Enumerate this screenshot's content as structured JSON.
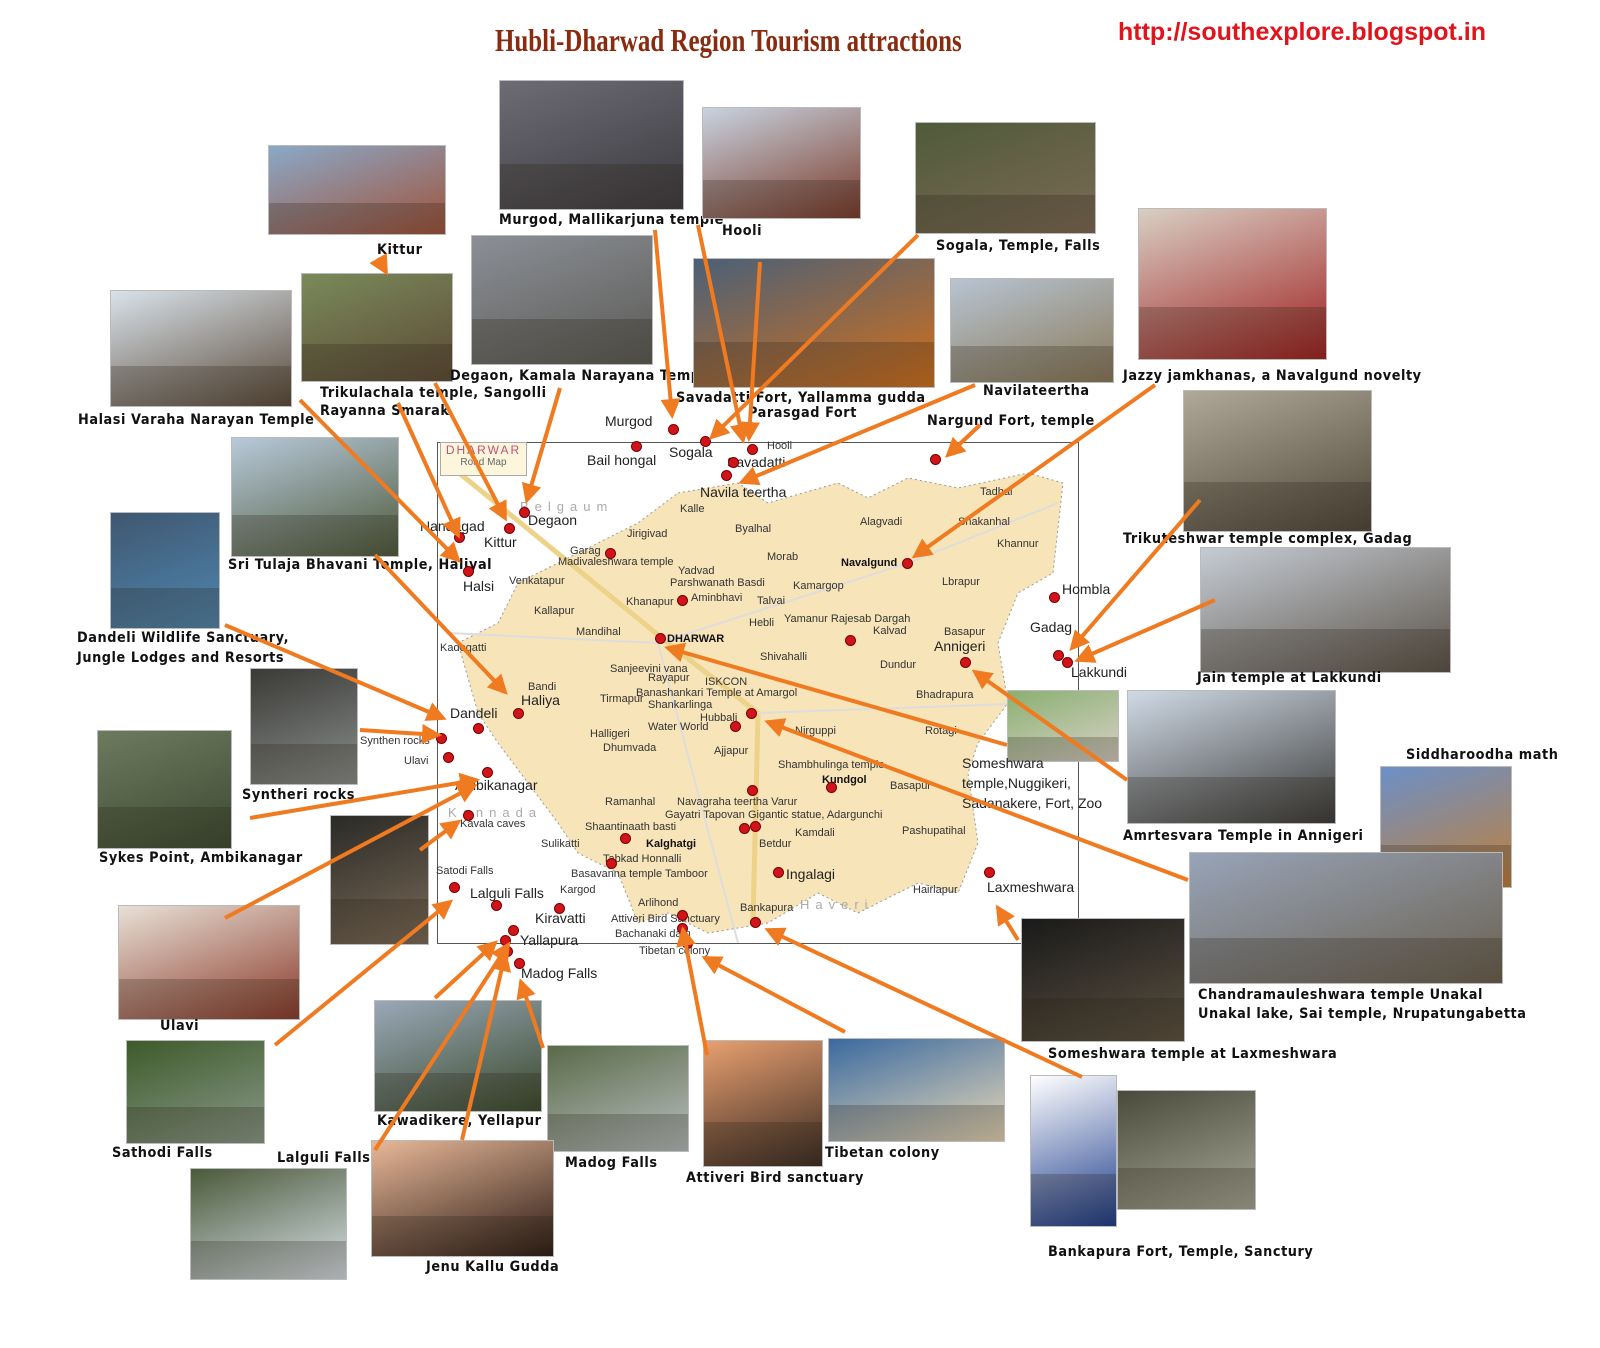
{
  "header": {
    "title": "Hubli-Dharwad Region Tourism attractions",
    "url": "http://southexplore.blogspot.in"
  },
  "colors": {
    "arrow": "#f07a20",
    "map_fill": "#f7e4b8",
    "marker": "#d0141a",
    "title": "#8a2a0e",
    "url": "#e0141a"
  },
  "photos": [
    {
      "caption": "Kittur"
    },
    {
      "caption": "Murgod, Mallikarjuna temple"
    },
    {
      "caption": "Hooli"
    },
    {
      "caption": "Sogala, Temple, Falls"
    },
    {
      "caption": "Halasi Varaha Narayan Temple"
    },
    {
      "caption": "Trikulachala temple, Sangolli",
      "caption2": "Rayanna Smarak"
    },
    {
      "caption": "Degaon, Kamala Narayana Temple"
    },
    {
      "caption": "Savadatti Fort, Yallamma gudda",
      "caption2": "Parasgad Fort"
    },
    {
      "caption": "Navilateertha"
    },
    {
      "caption": "Jazzy jamkhanas, a Navalgund novelty"
    },
    {
      "caption": "Nargund Fort, temple"
    },
    {
      "caption": "Sri Tulaja Bhavani Temple, Haliyal"
    },
    {
      "caption": "Trikuteshwar temple complex, Gadag"
    },
    {
      "caption": "Dandeli Wildlife Sanctuary,",
      "caption2": "Jungle Lodges and Resorts"
    },
    {
      "caption": "Jain temple at Lakkundi"
    },
    {
      "caption": "Syntheri rocks"
    },
    {
      "caption": "Sykes Point, Ambikanagar"
    },
    {
      "caption": "Amrtesvara Temple in Annigeri"
    },
    {
      "caption": "Siddharoodha math"
    },
    {
      "caption": "Ulavi"
    },
    {
      "caption": "Chandramauleshwara temple Unakal",
      "caption2": "Unakal lake, Sai temple, Nrupatungabetta"
    },
    {
      "caption": "Someshwara temple at Laxmeshwara"
    },
    {
      "caption": "Sathodi Falls"
    },
    {
      "caption": "Kawadikere, Yellapur"
    },
    {
      "caption": "Madog Falls"
    },
    {
      "caption": "Attiveri Bird sanctuary"
    },
    {
      "caption": "Tibetan colony"
    },
    {
      "caption": "Lalguli Falls"
    },
    {
      "caption": "Jenu Kallu Gudda"
    },
    {
      "caption": "Bankapura Fort, Temple, Sanctury"
    },
    {
      "caption": ""
    },
    {
      "caption": ""
    },
    {
      "caption": ""
    }
  ],
  "map": {
    "legend_title": "DHARWAR",
    "legend_subtitle": "Road Map",
    "labels": [
      "Murgod",
      "Bail hongal",
      "Sogala",
      "Hooli",
      "Savadatti",
      "Navila teertha",
      "Degaon",
      "Nandagad",
      "Kittur",
      "Halsi",
      "Hombla",
      "Gadag",
      "Annigeri",
      "Lakkundi",
      "Dandeli",
      "Haliya",
      "Synthen rocks",
      "Ulavi",
      "Ambikanagar",
      "Kavala caves",
      "Satodi Falls",
      "Lalguli Falls",
      "Kiravatti",
      "Yallapura",
      "Madog Falls",
      "Tibetan colony",
      "Bankapura",
      "Ingalagi",
      "Laxmeshwara",
      "Someshwara",
      "temple,Nuggikeri,",
      "Sadanakere, Fort, Zoo",
      "Belgaum",
      "Kalle",
      "Jirigivad",
      "Byalhal",
      "Alagvadi",
      "Tadhal",
      "Shakanhal",
      "Khannur",
      "Garag",
      "Madivaleshwara temple",
      "Yadvad",
      "Morab",
      "Navalgund",
      "Parshwanath Basdi",
      "Kamargop",
      "Lbrapur",
      "Venkatapur",
      "Khanapur",
      "Aminbhavi",
      "Talvai",
      "Kallapur",
      "Hebli",
      "Yamanur Rajesab Dargah",
      "Kalvad",
      "Basapur",
      "Mandihal",
      "DHARWAR",
      "Kadogatti",
      "Shivahalli",
      "Dundur",
      "Sanjeevini vana",
      "Rayapur",
      "ISKCON",
      "Banashankari Temple at Amargol",
      "Bhadrapura",
      "Shankarlinga",
      "Tirmapur",
      "Bandi",
      "Hubbali",
      "Water World",
      "Nirguppi",
      "Rotagi",
      "Halligeri",
      "Dhumvada",
      "Ajjapur",
      "Shambhulinga temple",
      "Kundgol",
      "Basapur",
      "Ramanhal",
      "Navagraha teertha Varur",
      "Gayatri Tapovan Gigantic statue, Adargunchi",
      "Shaantinaath basti",
      "Kamdali",
      "Pashupatihal",
      "Sulikatti",
      "Kalghatgi",
      "Betdur",
      "Tabkad Honnalli",
      "Basavanna temple Tamboor",
      "Hairlapur",
      "Kargod",
      "Arlihond",
      "Attiveri Bird Sanctuary",
      "Bachanaki dam",
      "Kannada",
      "Haveri"
    ]
  }
}
